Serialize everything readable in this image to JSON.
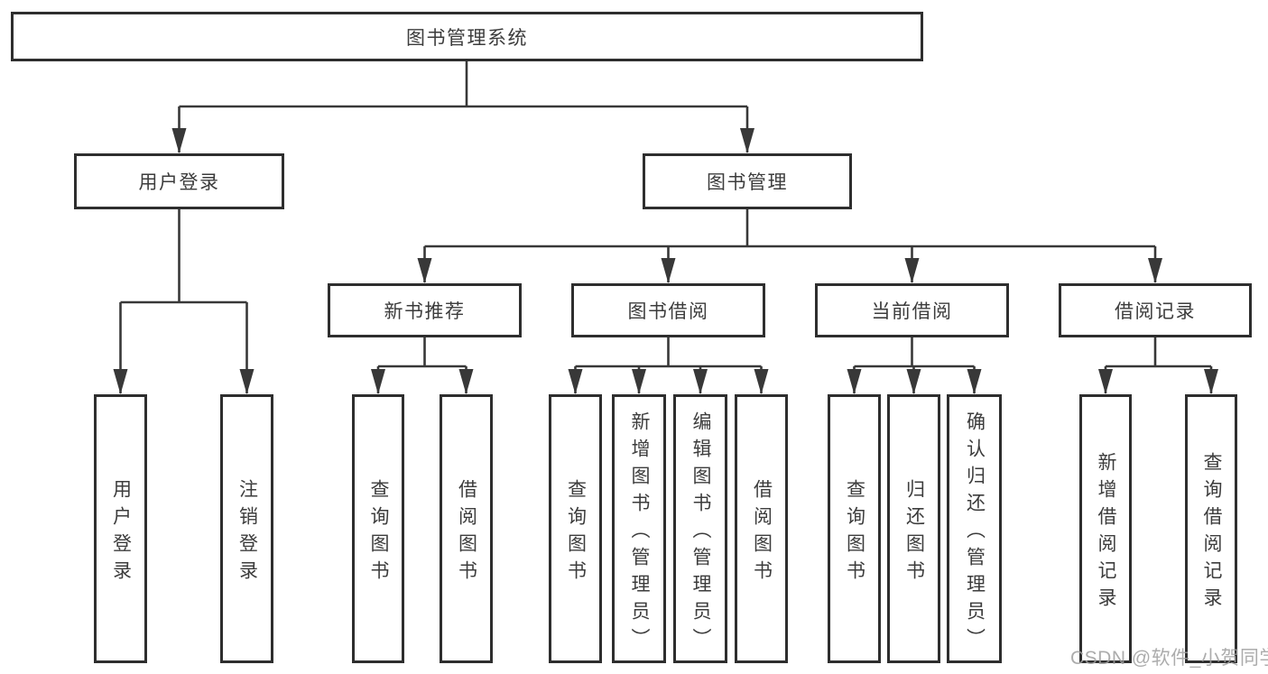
{
  "diagram": {
    "root": "图书管理系统",
    "branches": [
      {
        "label": "用户登录",
        "children": [
          "用户登录",
          "注销登录"
        ]
      },
      {
        "label": "图书管理",
        "children": [
          {
            "label": "新书推荐",
            "children": [
              "查询图书",
              "借阅图书"
            ]
          },
          {
            "label": "图书借阅",
            "children": [
              "查询图书",
              "新增图书（管理员）",
              "编辑图书（管理员）",
              "借阅图书"
            ]
          },
          {
            "label": "当前借阅",
            "children": [
              "查询图书",
              "归还图书",
              "确认归还（管理员）"
            ]
          },
          {
            "label": "借阅记录",
            "children": [
              "新增借阅记录",
              "查询借阅记录"
            ]
          }
        ]
      }
    ]
  },
  "watermark": {
    "text": "CSDN @软件_小贺同学"
  },
  "colors": {
    "background": "#ffffff",
    "line": "#383838",
    "box_border": "#2e2e2e",
    "text": "#3c3c3c",
    "watermark": "#9e9e9e"
  }
}
